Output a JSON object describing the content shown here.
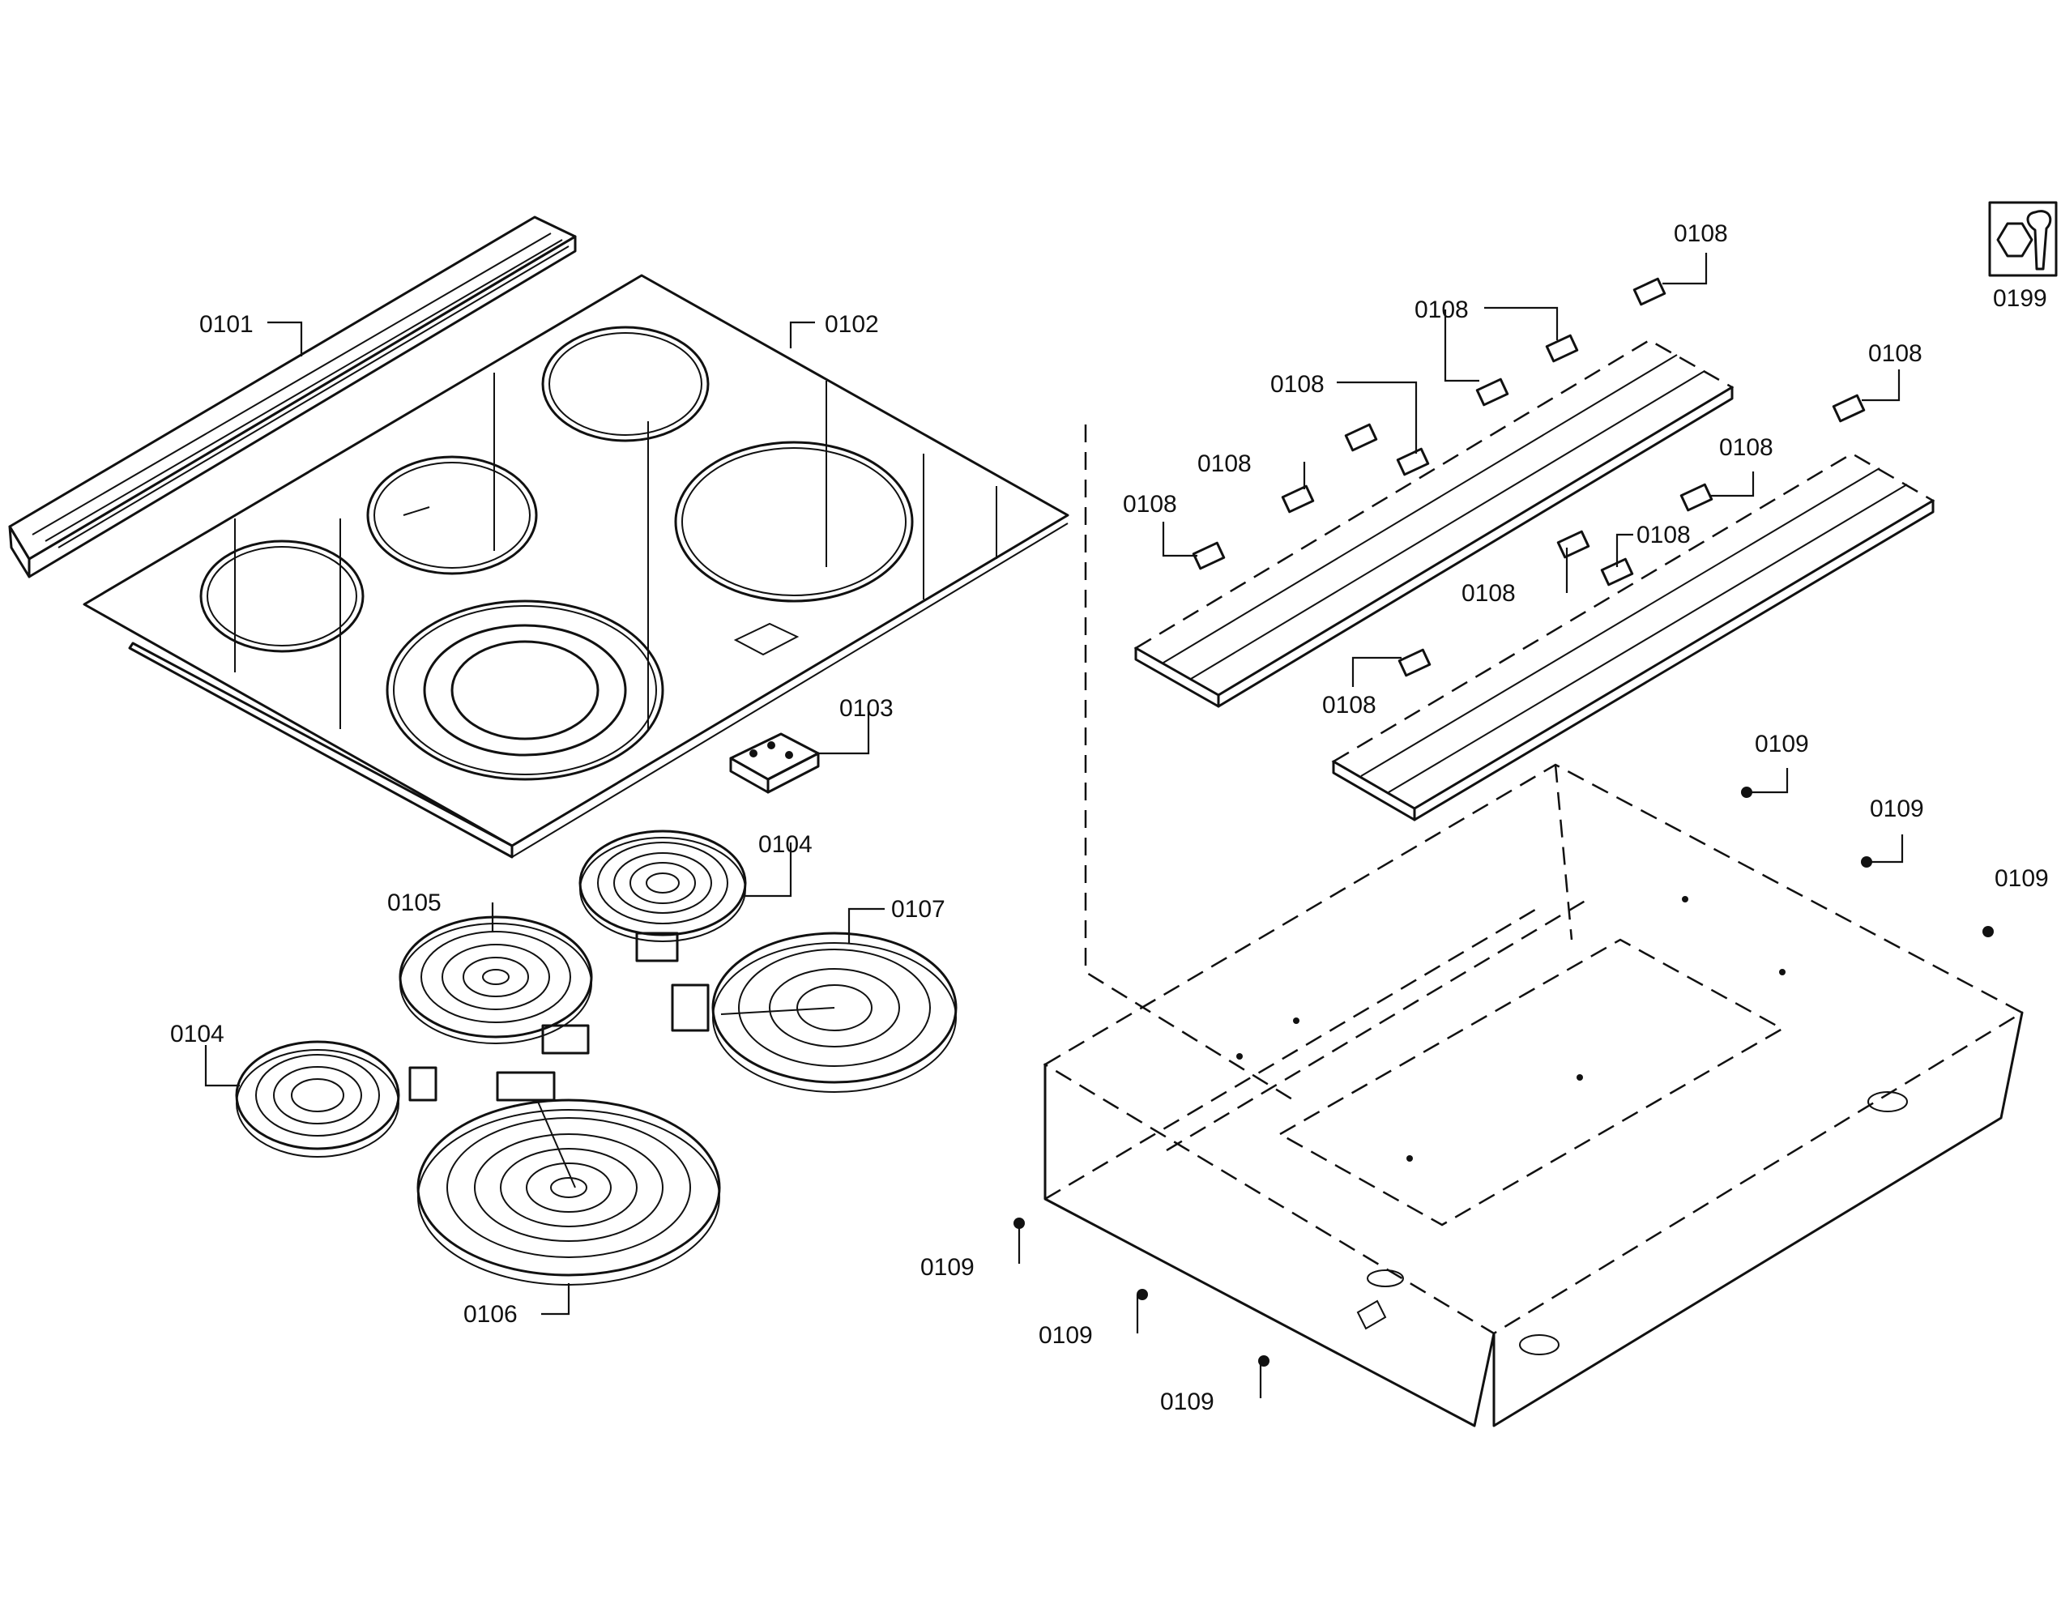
{
  "callouts": {
    "c0101": "0101",
    "c0102": "0102",
    "c0103": "0103",
    "c0104a": "0104",
    "c0104b": "0104",
    "c0105": "0105",
    "c0106": "0106",
    "c0107": "0107",
    "c0108a": "0108",
    "c0108b": "0108",
    "c0108c": "0108",
    "c0108d": "0108",
    "c0108e": "0108",
    "c0108f": "0108",
    "c0108g": "0108",
    "c0108h": "0108",
    "c0108i": "0108",
    "c0108j": "0108",
    "c0109a": "0109",
    "c0109b": "0109",
    "c0109c": "0109",
    "c0109d": "0109",
    "c0109e": "0109",
    "c0109f": "0109",
    "c0199": "0199"
  },
  "icons": {
    "tool_icon": "wrench-icon"
  },
  "colors": {
    "line": "#111111",
    "background": "#ffffff"
  }
}
